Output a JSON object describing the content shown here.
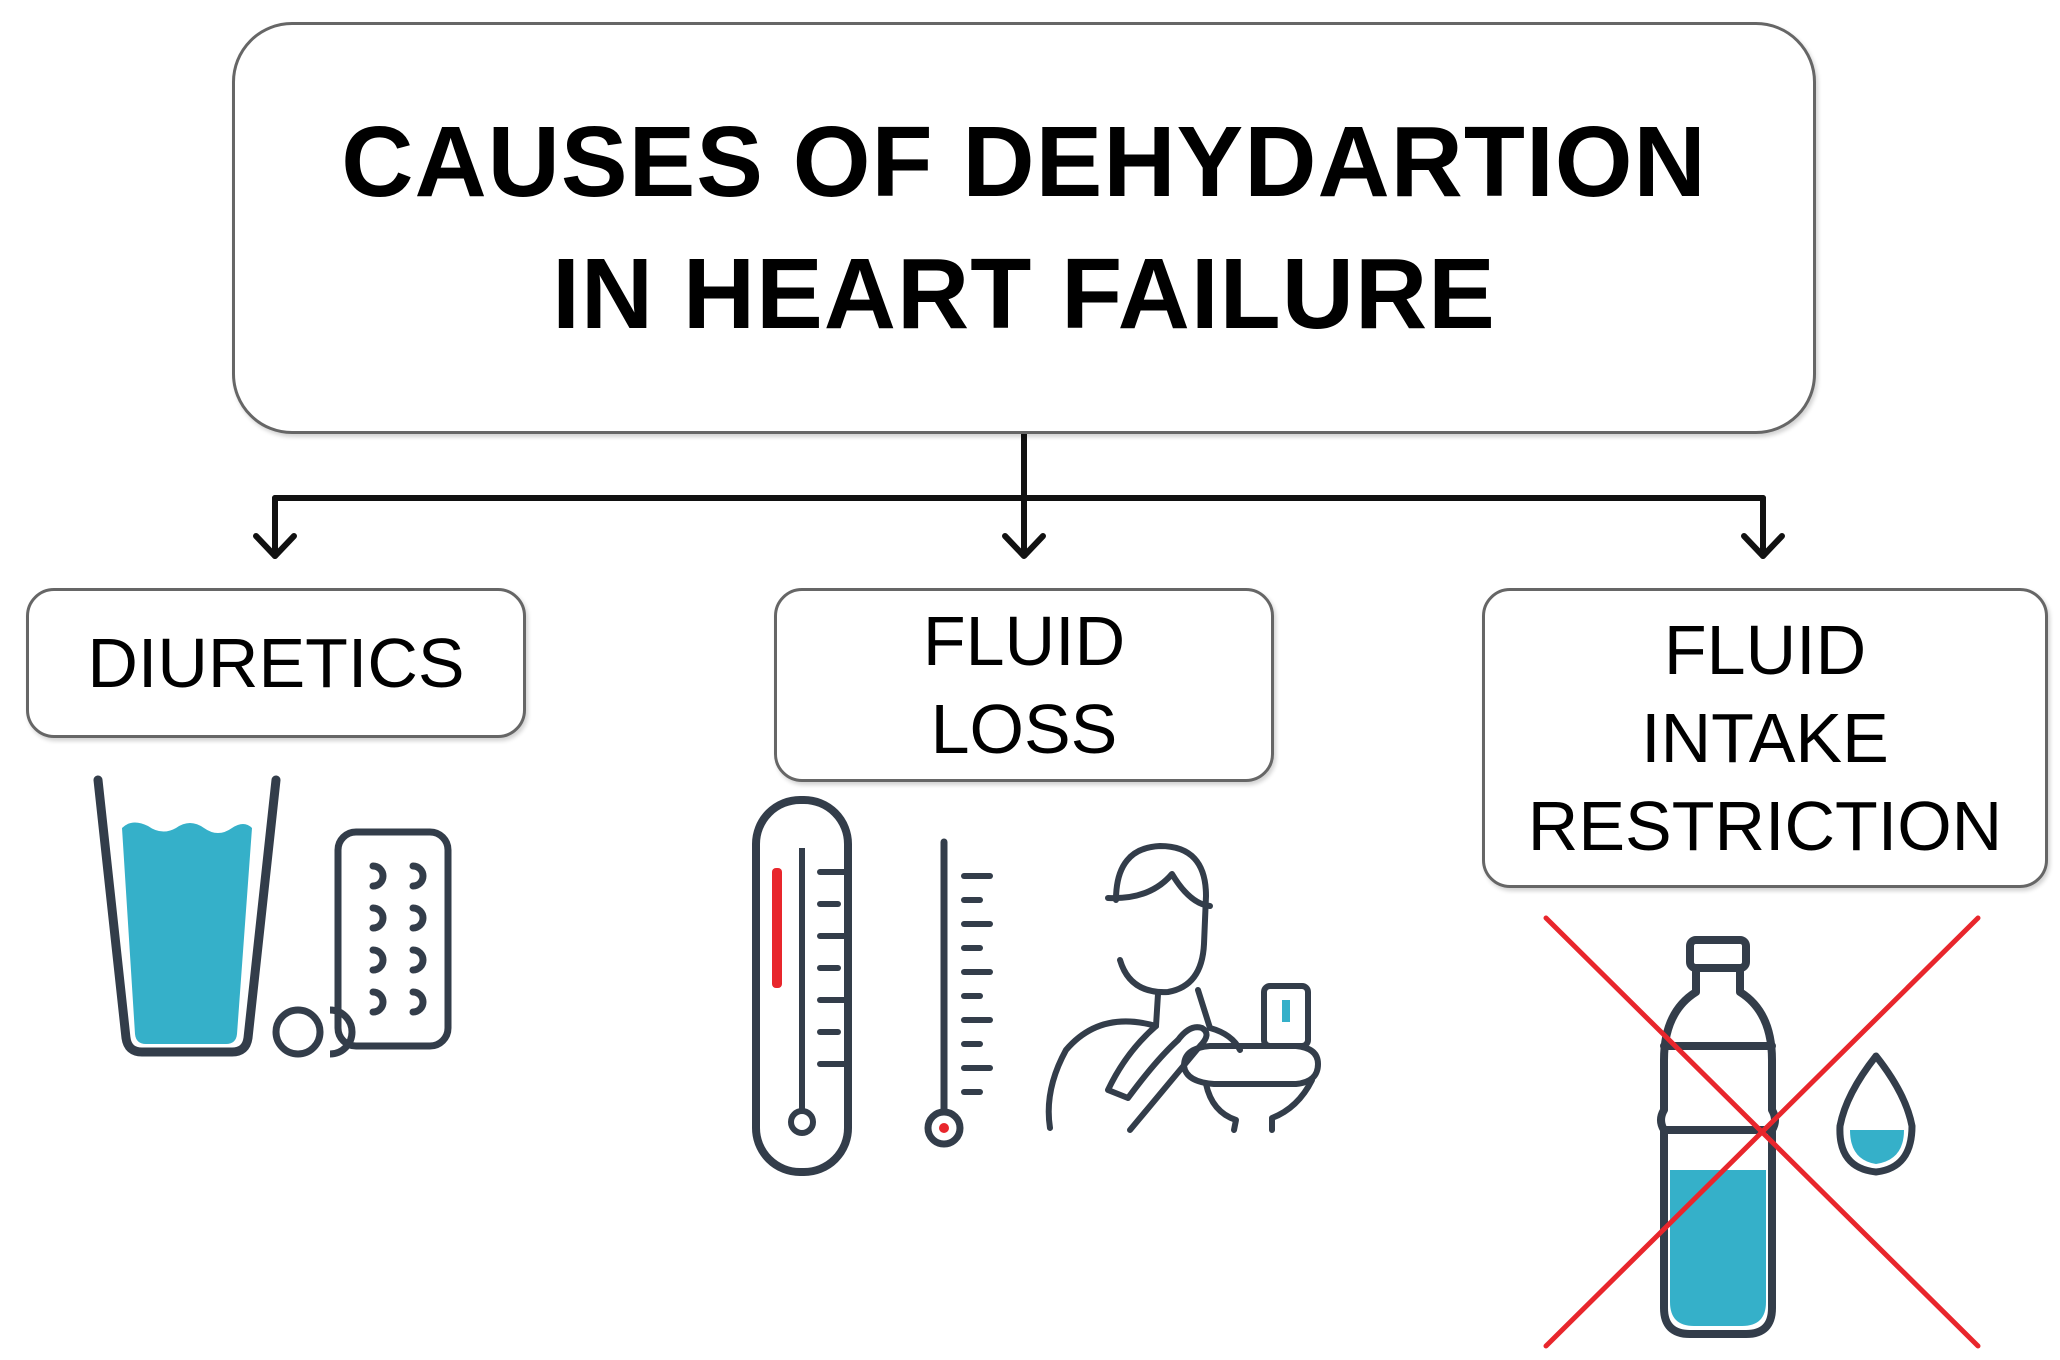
{
  "title": {
    "lines": [
      "CAUSES OF DEHYDARTION",
      "IN HEART FAILURE"
    ]
  },
  "categories": [
    {
      "id": "diuretics",
      "lines": [
        "DIURETICS"
      ],
      "icons": [
        "water-glass-icon",
        "pill-blister-icon"
      ]
    },
    {
      "id": "fluid-loss",
      "lines": [
        "FLUID",
        "LOSS"
      ],
      "icons": [
        "thermometer-icon",
        "thermometer-thin-icon",
        "vomiting-person-icon"
      ]
    },
    {
      "id": "fluid-restriction",
      "lines": [
        "FLUID",
        "INTAKE",
        "RESTRICTION"
      ],
      "icons": [
        "water-bottle-icon",
        "water-drop-icon",
        "cross-out-icon"
      ]
    }
  ],
  "colors": {
    "text": "#000000",
    "outline": "#333d4a",
    "water": "#35b0c9",
    "alert": "#e8262c",
    "box_border": "#666666"
  }
}
